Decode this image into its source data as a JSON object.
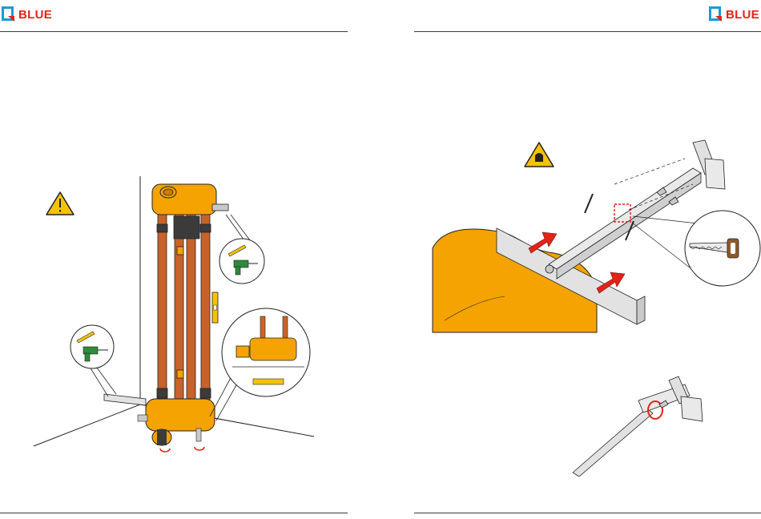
{
  "brand": {
    "name": "BLUE",
    "text_color": "#e2231a",
    "mark_colors": {
      "primary": "#1a9ad8",
      "accent": "#e2231a"
    }
  },
  "colors": {
    "rule": "#3a3a3a",
    "manifold": "#f5a300",
    "copper": "#c7632a",
    "pipe_dark": "#3b3b3b",
    "bracket": "#c9c9c9",
    "arrow": "#e2231a",
    "warning": "#f4c400",
    "drill": "#2e8b3a"
  },
  "icons": [
    "warning-triangle-icon",
    "protective-gloves-icon",
    "pencil-icon",
    "drill-icon",
    "spirit-level-icon",
    "hand-saw-icon",
    "push-arrow-icon"
  ],
  "pages": [
    {
      "id": "left",
      "illustration": "manifold-mounting"
    },
    {
      "id": "right",
      "illustration": "bracket-cutting"
    }
  ]
}
